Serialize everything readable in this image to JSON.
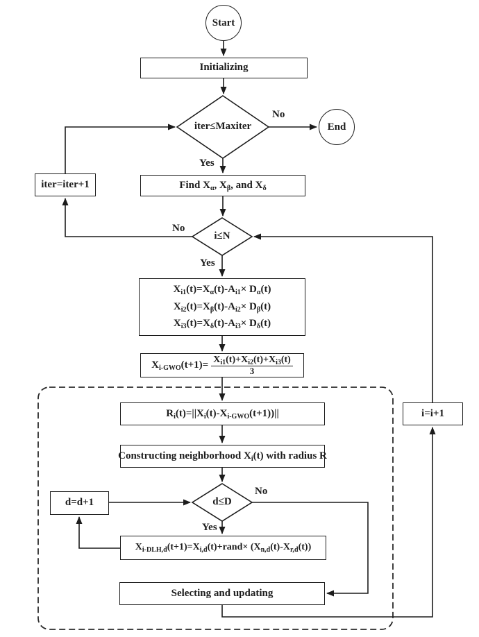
{
  "title": "GWO-DLH algorithm flowchart",
  "colors": {
    "ink": "#1c1c1c",
    "background": "#ffffff"
  },
  "terminals": {
    "start": "Start",
    "end": "End"
  },
  "decisions": {
    "iter_check": "iter≤Maxiter",
    "i_check": "i≤N",
    "d_check": "d≤D"
  },
  "processes": {
    "initializing": "Initializing",
    "iter_increment": "iter=iter+1",
    "find_leaders": "Find X<sub>α</sub>, X<sub>β</sub>, and X<sub>δ</sub>",
    "position_eq1": "X<sub>i1</sub>(t)=X<sub>α</sub>(t)-A<sub>i1</sub>× D<sub>α</sub>(t)",
    "position_eq2": "X<sub>i2</sub>(t)=X<sub>β</sub>(t)-A<sub>i2</sub>× D<sub>β</sub>(t)",
    "position_eq3": "X<sub>i3</sub>(t)=X<sub>δ</sub>(t)-A<sub>i3</sub>× D<sub>δ</sub>(t)",
    "gwo_lhs": "X<sub>i-GWO</sub>(t+1)=",
    "gwo_numerator": "X<sub>i1</sub>(t)+X<sub>i2</sub>(t)+X<sub>i3</sub>(t)",
    "gwo_denominator": "3",
    "radius_eq": "R<sub>i</sub>(t)=||X<sub>i</sub>(t)-X<sub>i-GWO</sub>(t+1))||",
    "neighborhood": "Constructing neighborhood X<sub>i</sub>(t) with radius R",
    "d_increment": "d=d+1",
    "dlh_eq": "X<sub>i-DLH,d</sub>(t+1)=X<sub>i,d</sub>(t)+rand× (X<sub>n,d</sub>(t)-X<sub>r,d</sub>(t))",
    "selecting": "Selecting and updating",
    "i_increment": "i=i+1"
  },
  "edge_labels": {
    "iter_no": "No",
    "iter_yes": "Yes",
    "i_no": "No",
    "i_yes": "Yes",
    "d_no": "No",
    "d_yes": "Yes"
  }
}
